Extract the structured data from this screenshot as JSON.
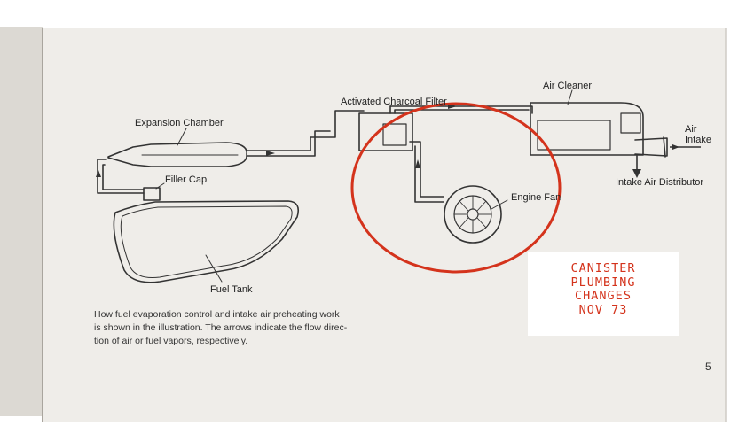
{
  "labels": {
    "expansion_chamber": "Expansion Chamber",
    "activated_charcoal_filter": "Activated Charcoal Filter",
    "air_cleaner": "Air Cleaner",
    "air_intake_line1": "Air",
    "air_intake_line2": "Intake",
    "filler_cap": "Filler Cap",
    "engine_fan": "Engine Fan",
    "intake_air_distributor": "Intake Air Distributor",
    "fuel_tank": "Fuel Tank"
  },
  "caption": {
    "line1": "How fuel evaporation control and intake air preheating work",
    "line2": "is shown in the illustration. The arrows indicate the flow direc-",
    "line3": "tion of air or fuel vapors, respectively."
  },
  "page_number": "5",
  "note": {
    "line1": "CANISTER",
    "line2": "PLUMBING",
    "line3": "CHANGES",
    "line4": "NOV 73"
  },
  "colors": {
    "page": "#efede9",
    "ink": "#333333",
    "annotation_red": "#d4331c"
  }
}
